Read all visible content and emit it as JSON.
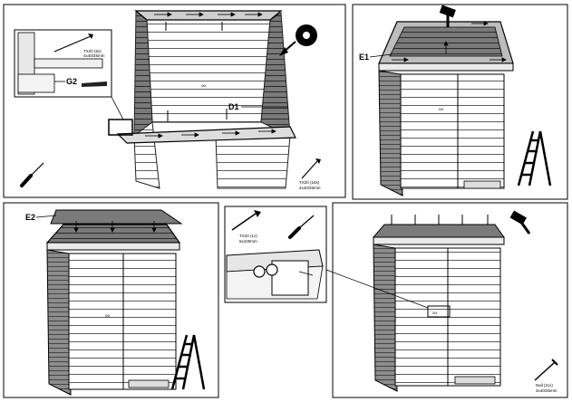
{
  "panel1": {
    "label_g2": "G2",
    "label_d1": "D1",
    "screw_top_line1": "TX20 (5x)",
    "screw_top_line2": "4x40/25mm",
    "screw_bottom_line1": "TX20 (16x)",
    "screw_bottom_line2": "4x40/25mm"
  },
  "panel2": {
    "label_e1": "E1"
  },
  "panel3": {
    "label_e2": "E2"
  },
  "panel4": {
    "screw_line1": "TX20 (1x)",
    "screw_line2": "5x100mm"
  },
  "panel5": {
    "nail_line1": "Nail (11x)",
    "nail_line2": "2x40/25mm"
  }
}
